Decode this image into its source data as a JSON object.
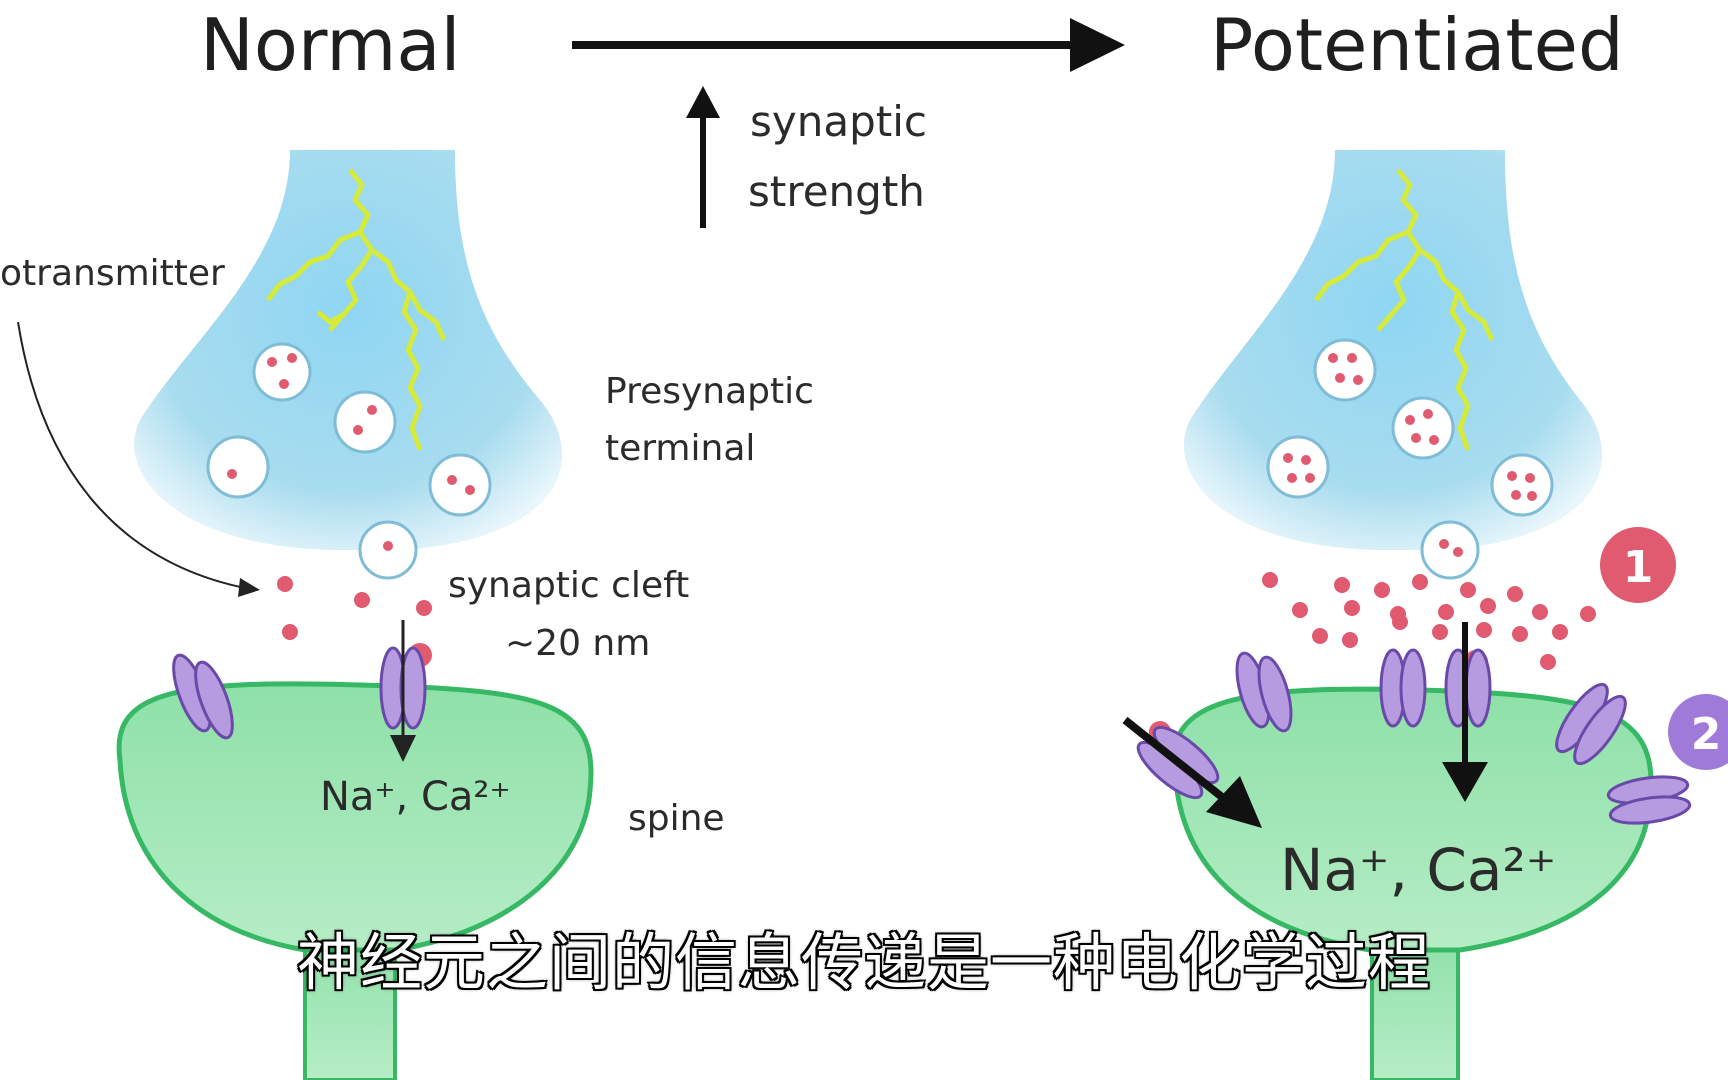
{
  "titles": {
    "left": "Normal",
    "right": "Potentiated"
  },
  "strength_label": {
    "line1": "synaptic",
    "line2": "strength"
  },
  "labels": {
    "neurotransmitter": "otransmitter",
    "presynaptic_line1": "Presynaptic",
    "presynaptic_line2": "terminal",
    "cleft_line1": "synaptic cleft",
    "cleft_line2": "~20 nm",
    "spine": "spine"
  },
  "ions": {
    "left": "Na⁺, Ca²⁺",
    "right": "Na⁺, Ca²⁺"
  },
  "badges": {
    "one": "1",
    "two": "2"
  },
  "subtitle": "神经元之间的信息传递是一种电化学过程",
  "colors": {
    "presynaptic_fill": "#a8dcef",
    "spine_fill": "#8ee0a8",
    "spine_stroke": "#36b864",
    "receptor_fill": "#b79be0",
    "receptor_stroke": "#6a4aa8",
    "dot": "#e05a70",
    "nerve_line": "#d6ea3a",
    "badge_one": "#e05a70",
    "badge_two": "#a07ad8"
  }
}
